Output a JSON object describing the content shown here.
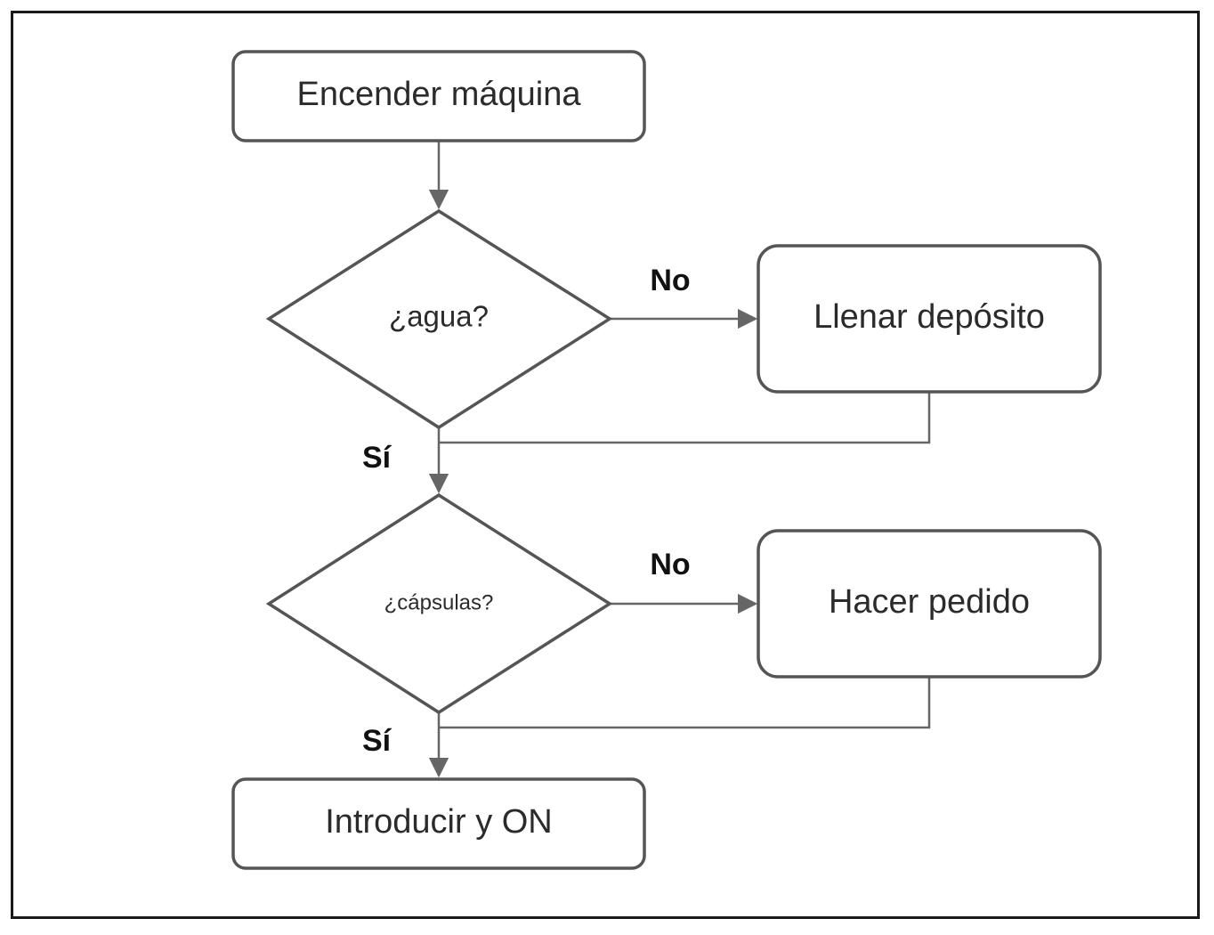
{
  "nodes": {
    "start": "Encender máquina",
    "decision_water": "¿agua?",
    "fill_tank": "Llenar depósito",
    "decision_capsules": "¿cápsulas?",
    "order": "Hacer pedido",
    "insert_on": "Introducir y ON"
  },
  "edges": {
    "water_no": "No",
    "water_yes": "Sí",
    "capsules_no": "No",
    "capsules_yes": "Sí"
  },
  "colors": {
    "shape_stroke": "#555555",
    "line": "#666666",
    "frame": "#1a1a1a"
  }
}
